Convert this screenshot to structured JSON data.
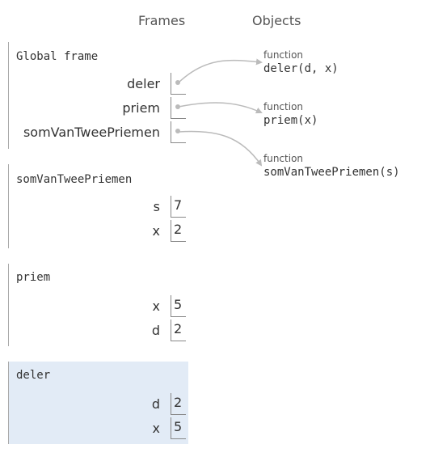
{
  "headers": {
    "frames": "Frames",
    "objects": "Objects"
  },
  "frames": [
    {
      "title": "Global frame",
      "vars": [
        {
          "name": "deler",
          "pointer": true
        },
        {
          "name": "priem",
          "pointer": true
        },
        {
          "name": "somVanTweePriemen",
          "pointer": true
        }
      ]
    },
    {
      "title": "somVanTweePriemen",
      "vars": [
        {
          "name": "s",
          "value": "7"
        },
        {
          "name": "x",
          "value": "2"
        }
      ]
    },
    {
      "title": "priem",
      "vars": [
        {
          "name": "x",
          "value": "5"
        },
        {
          "name": "d",
          "value": "2"
        }
      ]
    },
    {
      "title": "deler",
      "active": true,
      "vars": [
        {
          "name": "d",
          "value": "2"
        },
        {
          "name": "x",
          "value": "5"
        }
      ]
    }
  ],
  "objects": [
    {
      "type": "function",
      "signature": "deler(d, x)"
    },
    {
      "type": "function",
      "signature": "priem(x)"
    },
    {
      "type": "function",
      "signature": "somVanTweePriemen(s)"
    }
  ],
  "colors": {
    "active_frame_bg": "#e2ebf6",
    "arrow": "#bbbbbb"
  }
}
